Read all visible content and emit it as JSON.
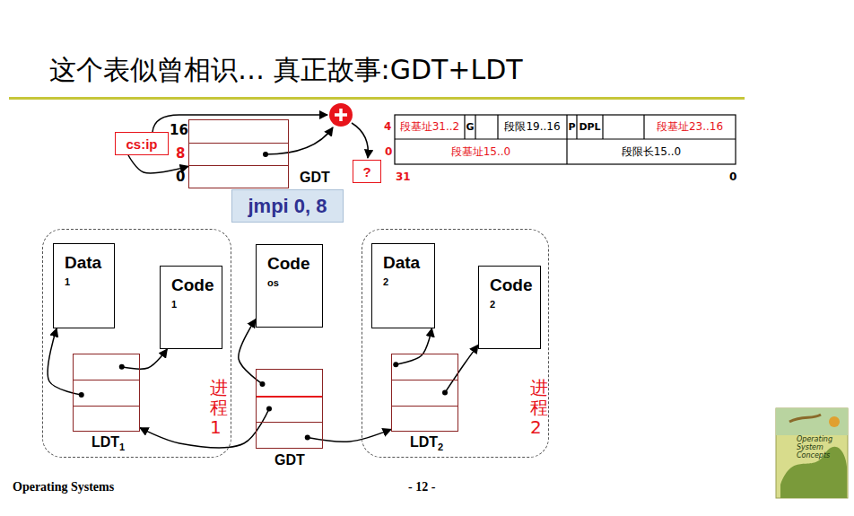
{
  "diagram": {
    "title": "这个表似曾相识… 真正故事:GDT+LDT",
    "nodes": [
      {
        "text": [
          "cs:ip"
        ]
      },
      {
        "text": [
          "GDT"
        ]
      },
      {
        "text": [
          "?"
        ]
      },
      {
        "text": [
          "jmpi 0, 8"
        ]
      },
      {
        "text": [
          "进程1"
        ]
      },
      {
        "text": [
          "Data",
          "1"
        ],
        "in": 4
      },
      {
        "text": [
          "Code",
          "1"
        ],
        "in": 4
      },
      {
        "text": [
          "LDT",
          "1"
        ],
        "in": 4
      },
      {
        "text": [
          "Code",
          "os"
        ]
      },
      {
        "text": [
          "GDT"
        ]
      },
      {
        "text": [
          "进程2"
        ]
      },
      {
        "text": [
          "Data",
          "2"
        ],
        "in": 10
      },
      {
        "text": [
          "Code",
          "2"
        ],
        "in": 10
      },
      {
        "text": [
          "LDT",
          "2"
        ],
        "in": 10
      }
    ],
    "edges": [
      {
        "from": 0,
        "to": 1,
        "arrow": "to"
      },
      {
        "from": 7,
        "to": 6,
        "arrow": "to"
      },
      {
        "from": 7,
        "to": 5,
        "arrow": "to"
      },
      {
        "from": 9,
        "to": 8,
        "arrow": "to"
      },
      {
        "from": 9,
        "to": 7,
        "arrow": "to"
      },
      {
        "from": 9,
        "to": 13,
        "arrow": "to"
      },
      {
        "from": 13,
        "to": 11,
        "arrow": "to"
      },
      {
        "from": 13,
        "to": 12,
        "arrow": "to"
      }
    ],
    "labels": [
      "16",
      "8",
      "0",
      "段基址31..2",
      "G",
      "段限19..16",
      "P",
      "DPL",
      "段基址23..16",
      "段基址15..0",
      "段限长15..0",
      "4",
      "0",
      "31",
      "0",
      "Operating Systems",
      "- 12 -",
      "Operating System Concepts"
    ]
  }
}
